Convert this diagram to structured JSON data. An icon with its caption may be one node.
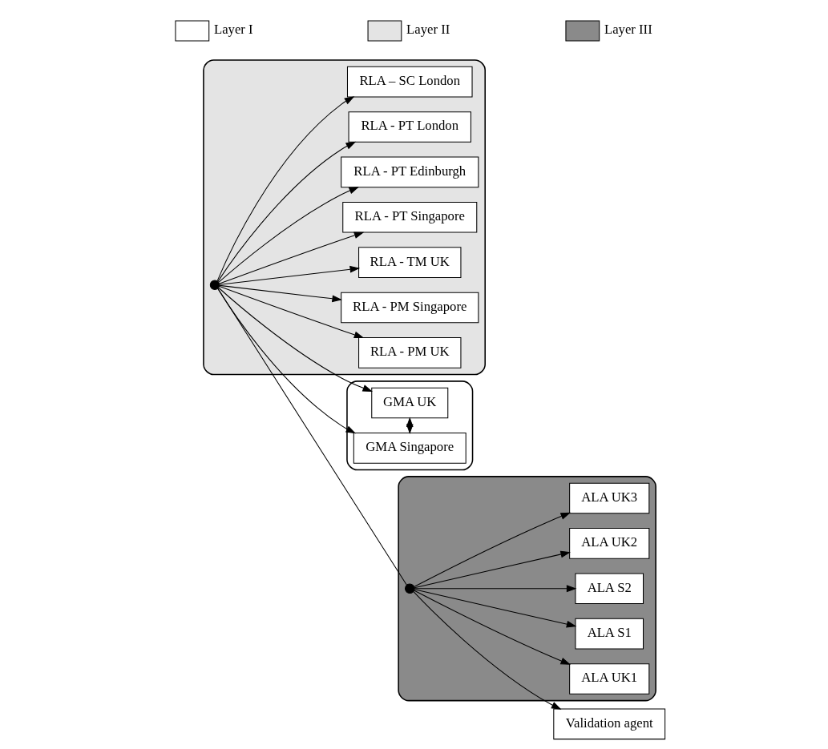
{
  "diagram": {
    "nodes": [
      {
        "text": [],
        "shape": "cloud"
      },
      {
        "text": [
          "GMA UK"
        ],
        "in": 0
      },
      {
        "text": [
          "GMA Singapore"
        ],
        "in": 0
      },
      {
        "text": [],
        "shape": "cloud"
      },
      {
        "text": [
          "RLA - PM UK"
        ],
        "in": 3
      },
      {
        "text": [
          "RLA - PM Singapore"
        ],
        "in": 3
      },
      {
        "text": [],
        "shape": "circle",
        "in": 3
      },
      {
        "text": [
          "RLA - TM UK"
        ],
        "in": 3
      },
      {
        "text": [
          "RLA - PT Singapore"
        ],
        "in": 3
      },
      {
        "text": [
          "RLA - PT Edinburgh"
        ],
        "in": 3
      },
      {
        "text": [
          "RLA - PT London"
        ],
        "in": 3
      },
      {
        "text": [
          "RLA – SC London"
        ],
        "in": 3
      },
      {
        "text": [],
        "shape": "cloud"
      },
      {
        "text": [],
        "shape": "circle",
        "in": 12
      },
      {
        "text": [
          "ALA UK1"
        ],
        "in": 12
      },
      {
        "text": [
          "ALA S1"
        ],
        "in": 12
      },
      {
        "text": [
          "ALA S2"
        ],
        "in": 12
      },
      {
        "text": [
          "ALA UK2"
        ],
        "in": 12
      },
      {
        "text": [
          "ALA UK3"
        ],
        "in": 12
      },
      {
        "text": [
          "Validation agent"
        ]
      }
    ],
    "edges": [
      {
        "from": 1,
        "to": 2,
        "arrow": "both"
      },
      {
        "from": 6,
        "to": 1,
        "arrow": "to"
      },
      {
        "from": 6,
        "to": 2,
        "arrow": "to"
      },
      {
        "from": 6,
        "to": 4,
        "arrow": "to"
      },
      {
        "from": 6,
        "to": 5,
        "arrow": "to"
      },
      {
        "from": 6,
        "to": 7,
        "arrow": "to"
      },
      {
        "from": 6,
        "to": 8,
        "arrow": "to"
      },
      {
        "from": 6,
        "to": 9,
        "arrow": "to"
      },
      {
        "from": 6,
        "to": 10,
        "arrow": "to"
      },
      {
        "from": 6,
        "to": 11,
        "arrow": "to"
      },
      {
        "from": 6,
        "to": 13,
        "arrow": "none"
      },
      {
        "from": 13,
        "to": 14,
        "arrow": "to"
      },
      {
        "from": 13,
        "to": 15,
        "arrow": "to"
      },
      {
        "from": 13,
        "to": 16,
        "arrow": "to"
      },
      {
        "from": 13,
        "to": 17,
        "arrow": "to"
      },
      {
        "from": 13,
        "to": 18,
        "arrow": "to"
      },
      {
        "from": 13,
        "to": 19,
        "arrow": "to"
      }
    ],
    "legend": [
      {
        "text": "Layer I",
        "color": "#ffffff"
      },
      {
        "text": "Layer II",
        "color": "#e4e4e4"
      },
      {
        "text": "Layer III",
        "color": "#8a8a8a"
      }
    ]
  }
}
